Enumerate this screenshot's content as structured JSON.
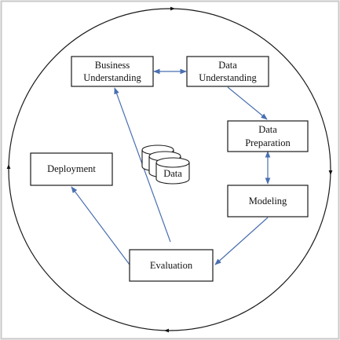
{
  "diagram": {
    "nodes": {
      "business": {
        "line1": "Business",
        "line2": "Understanding"
      },
      "data_understanding": {
        "line1": "Data",
        "line2": "Understanding"
      },
      "data_preparation": {
        "line1": "Data",
        "line2": "Preparation"
      },
      "modeling": {
        "label": "Modeling"
      },
      "evaluation": {
        "label": "Evaluation"
      },
      "deployment": {
        "label": "Deployment"
      },
      "data_store": {
        "label": "Data"
      }
    },
    "colors": {
      "arrow": "#4a6fb0",
      "outline": "#1a1a1a",
      "frame": "#c8c8c8"
    }
  }
}
